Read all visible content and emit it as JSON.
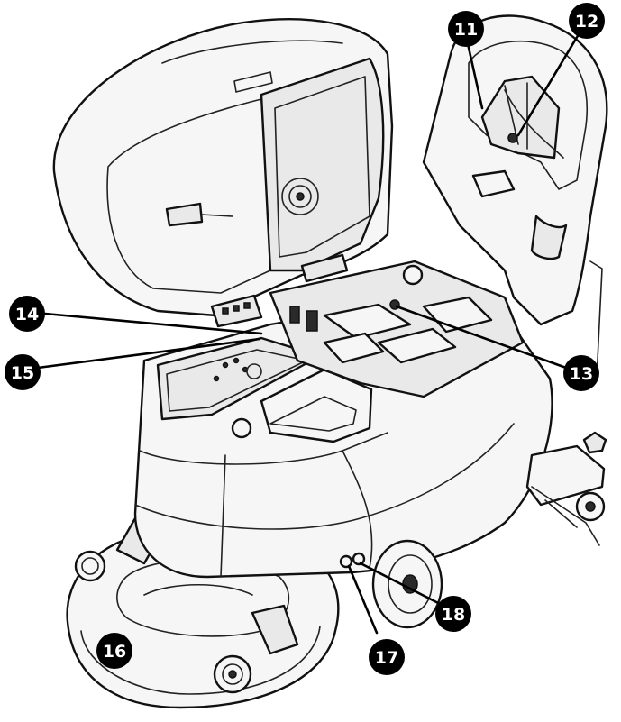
{
  "callouts": [
    {
      "label": "11"
    },
    {
      "label": "12"
    },
    {
      "label": "13"
    },
    {
      "label": "14"
    },
    {
      "label": "15"
    },
    {
      "label": "16"
    },
    {
      "label": "17"
    },
    {
      "label": "18"
    }
  ]
}
